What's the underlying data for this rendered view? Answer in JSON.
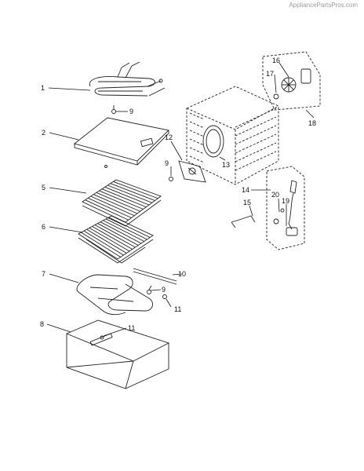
{
  "watermark": "AppliancePartsPros.com",
  "diagram": {
    "callouts": [
      {
        "id": "c1",
        "label": "1"
      },
      {
        "id": "c9a",
        "label": "9"
      },
      {
        "id": "c2",
        "label": "2"
      },
      {
        "id": "c5",
        "label": "5"
      },
      {
        "id": "c6",
        "label": "6"
      },
      {
        "id": "c7",
        "label": "7"
      },
      {
        "id": "c10",
        "label": "10"
      },
      {
        "id": "c9b",
        "label": "9"
      },
      {
        "id": "c11a",
        "label": "11"
      },
      {
        "id": "c8",
        "label": "8"
      },
      {
        "id": "c11b",
        "label": "11"
      },
      {
        "id": "c12",
        "label": "12"
      },
      {
        "id": "c9c",
        "label": "9"
      },
      {
        "id": "c13",
        "label": "13"
      },
      {
        "id": "c16",
        "label": "16"
      },
      {
        "id": "c17",
        "label": "17"
      },
      {
        "id": "c18",
        "label": "18"
      },
      {
        "id": "c14",
        "label": "14"
      },
      {
        "id": "c20",
        "label": "20"
      },
      {
        "id": "c15",
        "label": "15"
      },
      {
        "id": "c19",
        "label": "19"
      }
    ]
  }
}
